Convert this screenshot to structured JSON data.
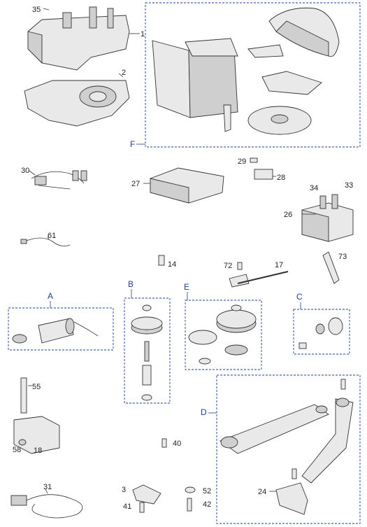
{
  "labels": {
    "p1": "1",
    "p2": "2",
    "p3": "3",
    "p14": "14",
    "p17": "17",
    "p18": "18",
    "p24": "24",
    "p26": "26",
    "p27": "27",
    "p28": "28",
    "p29": "29",
    "p30": "30",
    "p31": "31",
    "p33": "33",
    "p34": "34",
    "p35": "35",
    "p40": "40",
    "p41": "41",
    "p42": "42",
    "p52": "52",
    "p55": "55",
    "p58": "58",
    "p61": "61",
    "p72": "72",
    "p73": "73"
  },
  "groups": {
    "a": "A",
    "b": "B",
    "c": "C",
    "d": "D",
    "e": "E",
    "f": "F"
  },
  "colors": {
    "group_accent": "#1a3f9c",
    "line": "#333333"
  }
}
